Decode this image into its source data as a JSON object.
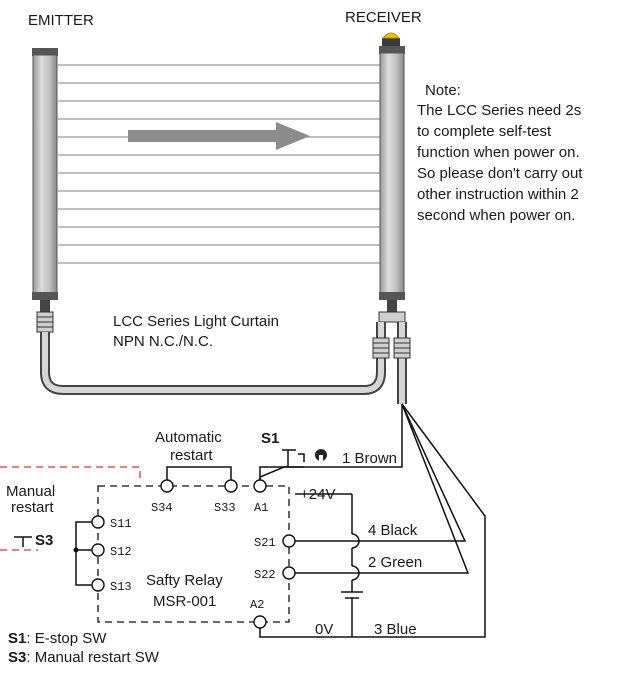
{
  "labels": {
    "emitter": "EMITTER",
    "receiver": "RECEIVER",
    "curtain_name": "LCC Series Light Curtain",
    "curtain_type": "NPN N.C./N.C.",
    "auto_restart_1": "Automatic",
    "auto_restart_2": "restart",
    "manual_restart_1": "Manual",
    "manual_restart_2": "restart",
    "s1": "S1",
    "s3": "S3",
    "plus24": "+24V",
    "zero_v": "0V",
    "relay_name": "Safty Relay",
    "relay_model": "MSR-001"
  },
  "note": [
    "Note:",
    "The LCC Series need 2s",
    "to complete self-test",
    "function when power on.",
    "So please don't carry out",
    "other instruction within 2",
    "second when power on."
  ],
  "terminals": {
    "s34": "S34",
    "s33": "S33",
    "a1": "A1",
    "s11": "S11",
    "s12": "S12",
    "s13": "S13",
    "s21": "S21",
    "s22": "S22",
    "a2": "A2"
  },
  "wires": {
    "brown": "1 Brown",
    "black": "4 Black",
    "green": "2 Green",
    "blue": "3 Blue"
  },
  "legend": {
    "s1_key": "S1",
    "s1_desc": ": E-stop SW",
    "s3_key": "S3",
    "s3_desc": ": Manual restart SW"
  },
  "colors": {
    "manual_restart_line": "#e03030",
    "indicator_lamp": "#f2c200",
    "bar_fill": "#bdbdbd",
    "arrow": "#8c8c8c"
  },
  "icons": {
    "beam_direction": "arrow-right-icon",
    "estop": "estop-switch-icon",
    "pushbutton": "pushbutton-icon",
    "indicator": "indicator-lamp-icon"
  }
}
